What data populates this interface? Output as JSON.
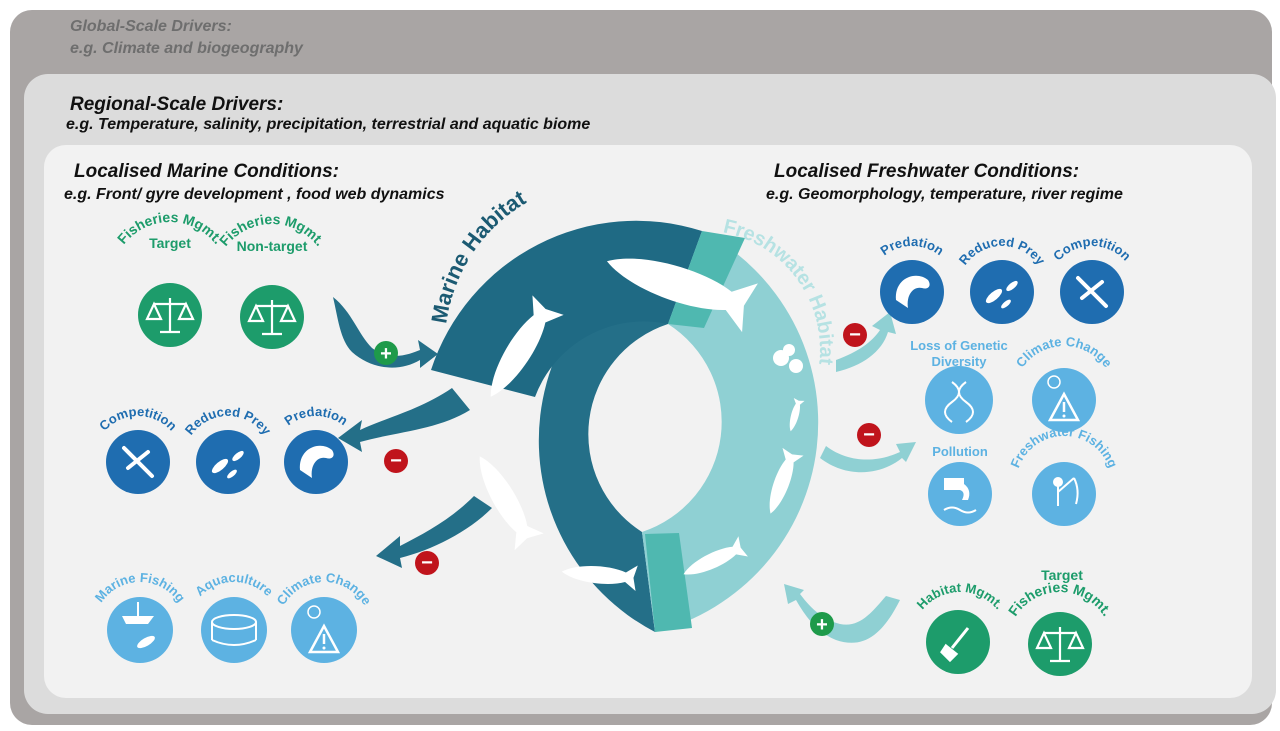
{
  "global": {
    "title": "Global-Scale Drivers:",
    "subtitle": "e.g. Climate and biogeography"
  },
  "regional": {
    "title": "Regional-Scale Drivers:",
    "subtitle": "e.g. Temperature, salinity, precipitation, terrestrial and aquatic biome"
  },
  "marine_conditions": {
    "title": "Localised Marine Conditions:",
    "subtitle": "e.g. Front/ gyre development , food web dynamics"
  },
  "freshwater_conditions": {
    "title": "Localised Freshwater Conditions:",
    "subtitle": "e.g. Geomorphology, temperature, river regime"
  },
  "ring": {
    "marine_label": "Marine Habitat",
    "freshwater_label": "Freshwater Habitat"
  },
  "icons": {
    "target_fisheries_mgmt_marine": {
      "label": "Target Fisheries Mgmt.",
      "icon": "scales-icon"
    },
    "nontarget_fisheries_mgmt": {
      "label": "Non-target Fisheries Mgmt.",
      "icon": "scales-net-icon"
    },
    "competition_marine": {
      "label": "Competition",
      "icon": "fish-competition-icon"
    },
    "reduced_prey_marine": {
      "label": "Reduced Prey",
      "icon": "fish-prey-icon"
    },
    "predation_marine": {
      "label": "Predation",
      "icon": "seal-icon"
    },
    "marine_fishing": {
      "label": "Marine Fishing",
      "icon": "boat-icon"
    },
    "aquaculture": {
      "label": "Aquaculture",
      "icon": "fish-pen-icon"
    },
    "climate_change_marine": {
      "label": "Climate Change",
      "icon": "thermometer-warning-icon"
    },
    "predation_fresh": {
      "label": "Predation",
      "icon": "seal-icon"
    },
    "reduced_prey_fresh": {
      "label": "Reduced Prey",
      "icon": "fish-prey-icon"
    },
    "competition_fresh": {
      "label": "Competition",
      "icon": "fish-competition-icon"
    },
    "loss_genetic_diversity": {
      "label": "Loss of Genetic Diversity",
      "icon": "dna-fish-icon"
    },
    "climate_change_fresh": {
      "label": "Climate Change",
      "icon": "thermometer-warning-icon"
    },
    "pollution": {
      "label": "Pollution",
      "icon": "pipe-outflow-icon"
    },
    "freshwater_fishing": {
      "label": "Freshwater Fishing",
      "icon": "angler-icon"
    },
    "habitat_mgmt": {
      "label": "Habitat Mgmt.",
      "icon": "shovel-icon"
    },
    "target_fisheries_mgmt_fresh": {
      "label": "Target Fisheries Mgmt.",
      "icon": "scales-net-icon"
    }
  },
  "signs": {
    "plus": "+",
    "minus": "−"
  },
  "colors": {
    "marine_dark": "#1f6f8b",
    "marine_ring": "#246f88",
    "fresh_ring": "#8fd0d3",
    "transition": "#4fb8b0",
    "mgmt_green": "#1d9c6b",
    "fresh_light_blue": "#5db2e2",
    "positive": "#1e9a4a",
    "negative": "#c0141c"
  }
}
